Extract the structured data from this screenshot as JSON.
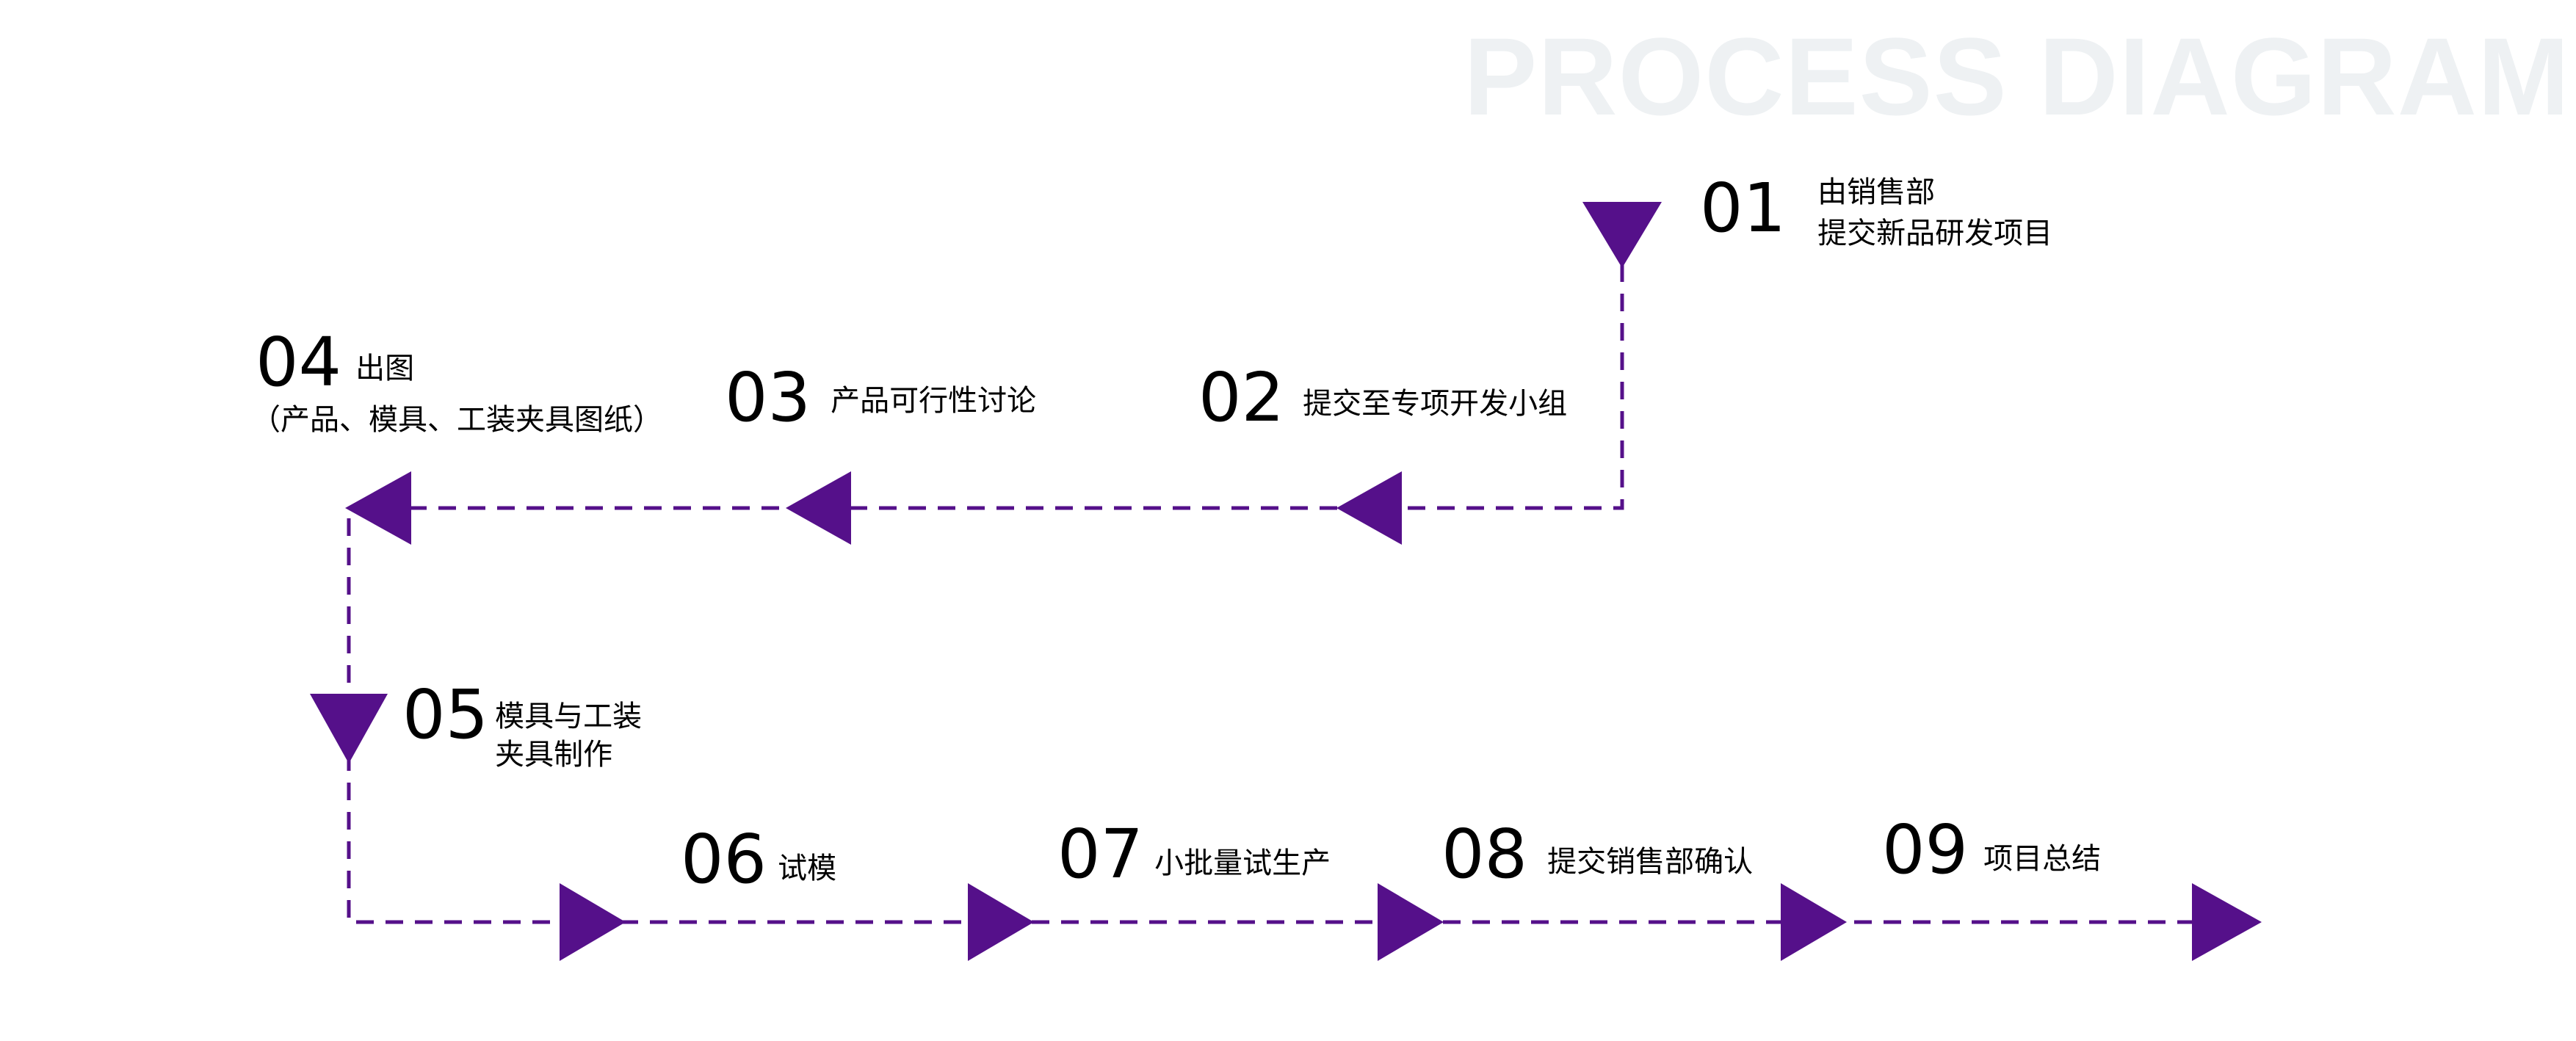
{
  "watermark": "PROCESS DIAGRAM",
  "colors": {
    "accent": "#55108a",
    "watermark": "#eef1f3",
    "text": "#000000"
  },
  "steps": [
    {
      "number": "01",
      "lines": [
        "由销售部",
        "提交新品研发项目"
      ]
    },
    {
      "number": "02",
      "lines": [
        "提交至专项开发小组"
      ]
    },
    {
      "number": "03",
      "lines": [
        "产品可行性讨论"
      ]
    },
    {
      "number": "04",
      "lines": [
        "出图",
        "（产品、模具、工装夹具图纸）"
      ]
    },
    {
      "number": "05",
      "lines": [
        "模具与工装",
        "夹具制作"
      ]
    },
    {
      "number": "06",
      "lines": [
        "试模"
      ]
    },
    {
      "number": "07",
      "lines": [
        "小批量试生产"
      ]
    },
    {
      "number": "08",
      "lines": [
        "提交销售部确认"
      ]
    },
    {
      "number": "09",
      "lines": [
        "项目总结"
      ]
    }
  ]
}
